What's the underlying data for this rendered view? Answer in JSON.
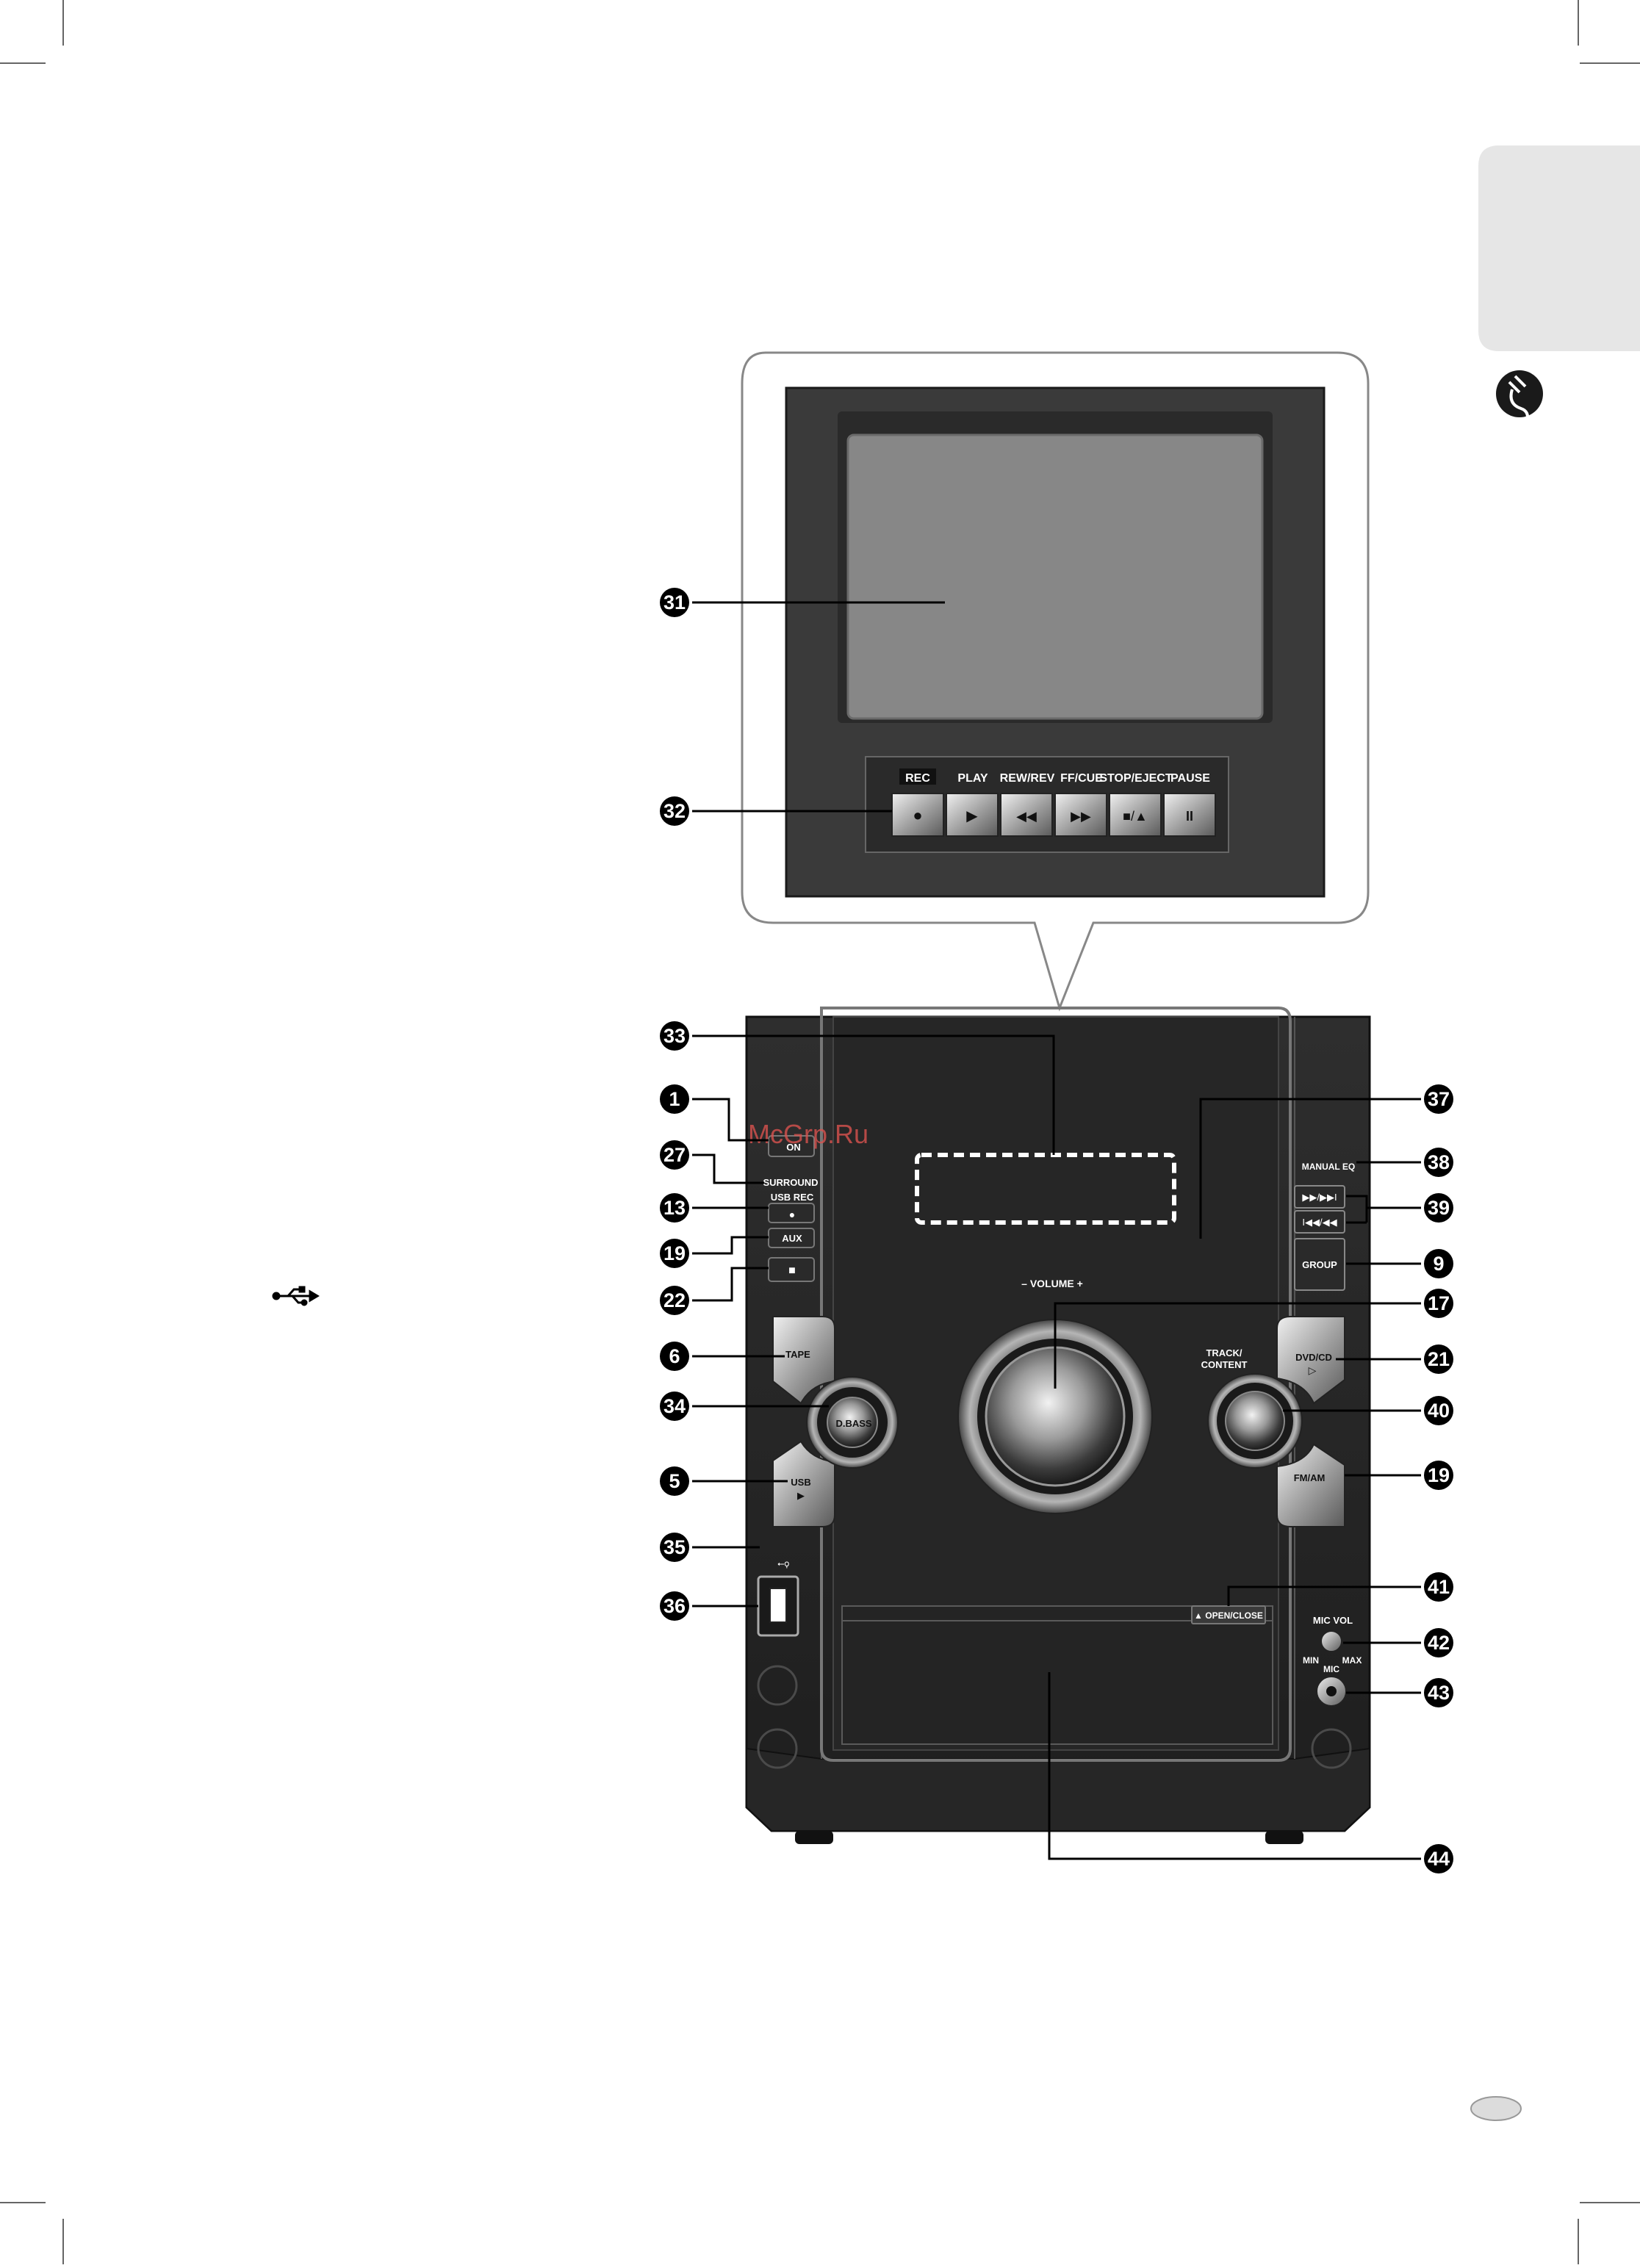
{
  "tab": {
    "icon": "plug-icon"
  },
  "page_number_badge": {
    "text": ""
  },
  "watermark": "McGrp.Ru",
  "usb_symbol": "usb-icon",
  "deck": {
    "labels": [
      "REC",
      "PLAY",
      "REW/REV",
      "FF/CUE",
      "STOP/EJECT",
      "PAUSE"
    ],
    "buttons": [
      "●",
      "▶",
      "◀◀",
      "▶▶",
      "■/▲",
      "II"
    ]
  },
  "unit": {
    "on": "ON",
    "surround": "SURROUND",
    "usb_rec": "USB REC",
    "usb_rec_dot": "●",
    "aux": "AUX",
    "stop": "■",
    "tape": "TAPE",
    "d_bass": "D.BASS",
    "usb": "USB",
    "usb_play": "▶",
    "volume": "–  VOLUME  +",
    "track_content_1": "TRACK/",
    "track_content_2": "CONTENT",
    "dvd_cd": "DVD/CD",
    "dvd_cd_play": "▷",
    "fm_am": "FM/AM",
    "manual_eq": "MANUAL EQ",
    "skip_fwd": "▶▶/▶▶I",
    "skip_back": "I◀◀/◀◀",
    "group": "GROUP",
    "open_close": "▲ OPEN/CLOSE",
    "mic_vol": "MIC VOL",
    "min": "MIN",
    "max": "MAX",
    "mic": "MIC"
  },
  "callouts": {
    "c31": "31",
    "c32": "32",
    "c33": "33",
    "c1": "1",
    "c27": "27",
    "c13": "13",
    "c19a": "19",
    "c22": "22",
    "c6": "6",
    "c34": "34",
    "c5": "5",
    "c35": "35",
    "c36": "36",
    "c37": "37",
    "c38": "38",
    "c39": "39",
    "c9": "9",
    "c17": "17",
    "c21": "21",
    "c40": "40",
    "c19b": "19",
    "c41": "41",
    "c42": "42",
    "c43": "43",
    "c44": "44"
  }
}
